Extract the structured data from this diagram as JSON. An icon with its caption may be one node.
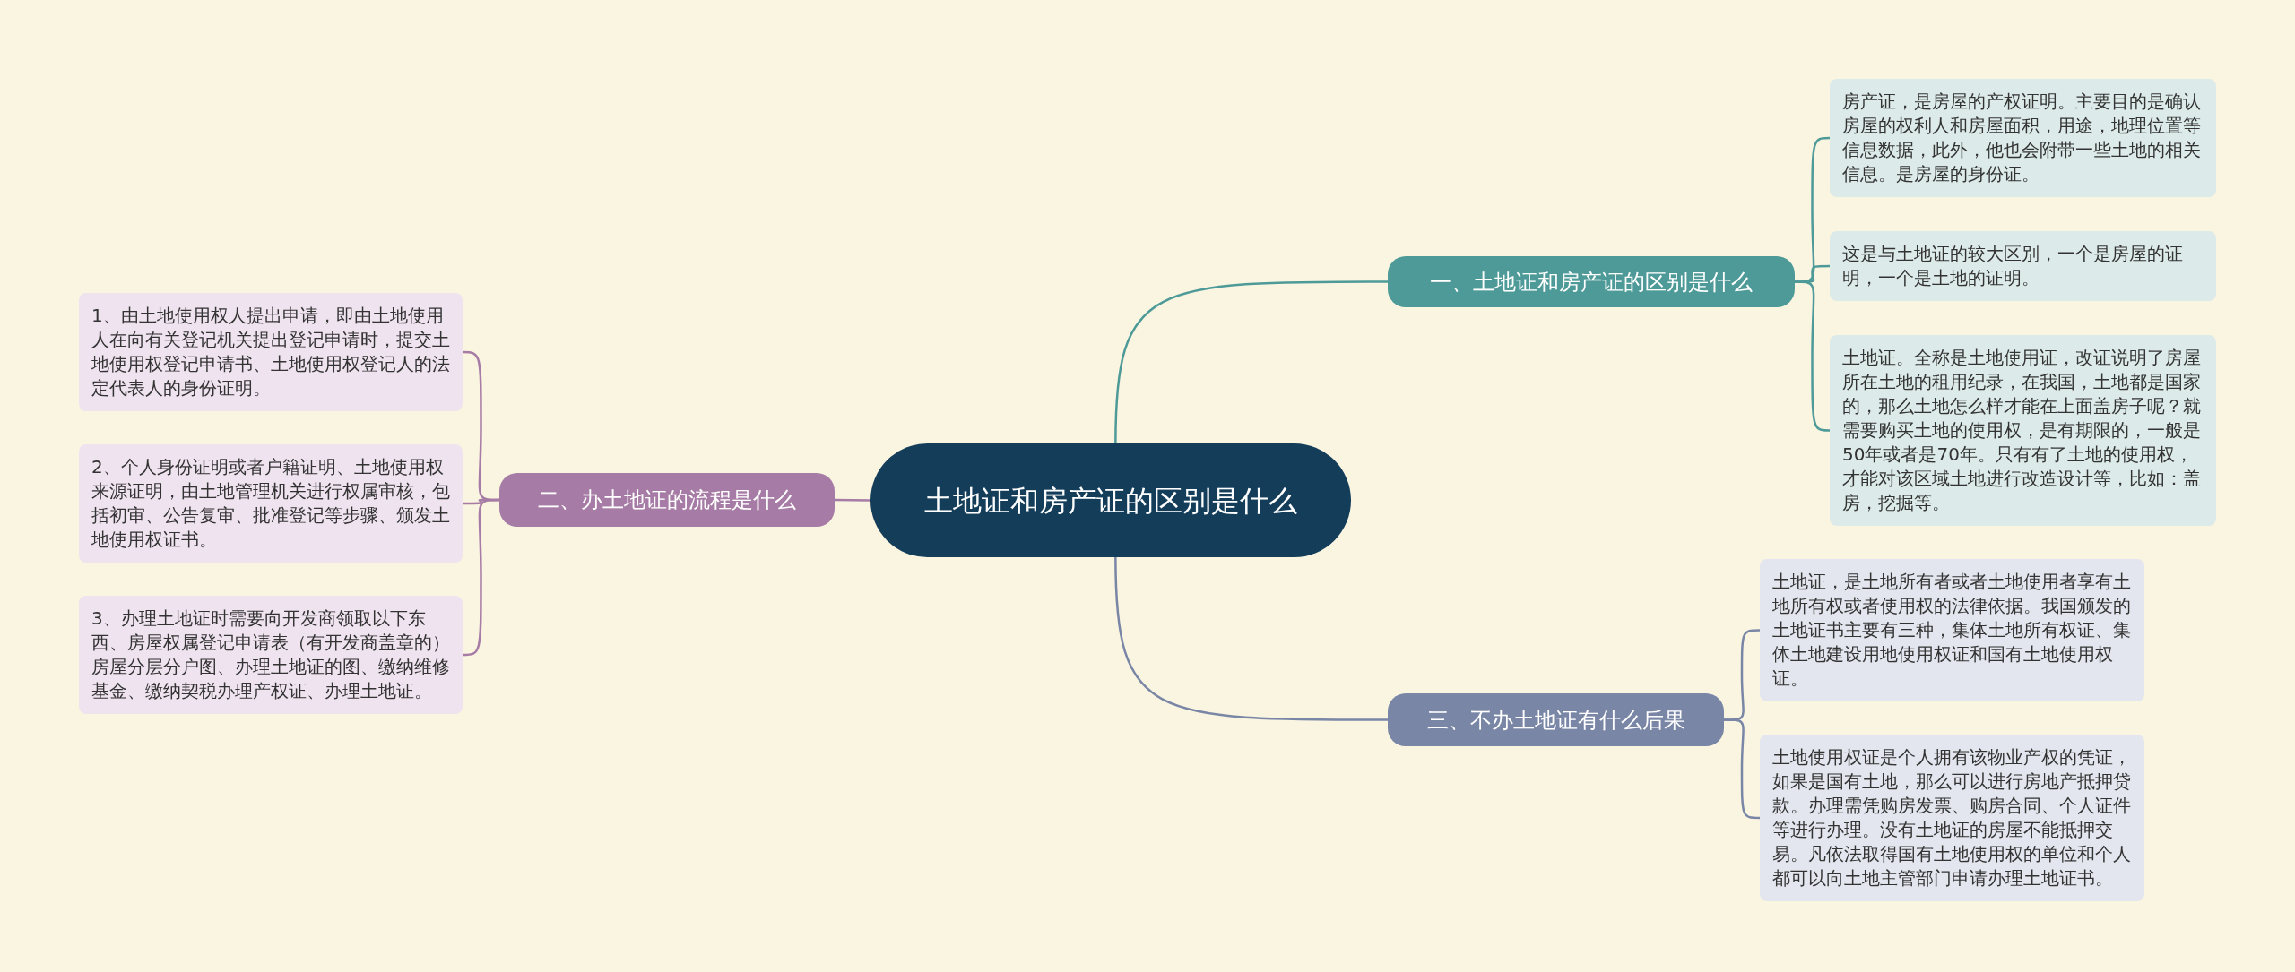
{
  "diagram": {
    "nodes": [
      {
        "text": [
          "土地证和房产证的区别是什么"
        ]
      },
      {
        "text": [
          "一、土地证和房产证的区别是什么"
        ]
      },
      {
        "text": [
          "房产证，是房屋的产权证明。主要目的是确认房屋的权利人和房屋面积，用途，地理位置等信息数据，此外，他也会附带一些土地的相关信息。是房屋的身份证。"
        ]
      },
      {
        "text": [
          "这是与土地证的较大区别，一个是房屋的证明，一个是土地的证明。"
        ]
      },
      {
        "text": [
          "土地证。全称是土地使用证，改证说明了房屋所在土地的租用纪录，在我国，土地都是国家的，那么土地怎么样才能在上面盖房子呢？就需要购买土地的使用权，是有期限的，一般是50年或者是70年。只有有了土地的使用权，才能对该区域土地进行改造设计等，比如：盖房，挖掘等。"
        ]
      },
      {
        "text": [
          "二、办土地证的流程是什么"
        ]
      },
      {
        "text": [
          "1、由土地使用权人提出申请，即由土地使用人在向有关登记机关提出登记申请时，提交土地使用权登记申请书、土地使用权登记人的法定代表人的身份证明。"
        ]
      },
      {
        "text": [
          "2、个人身份证明或者户籍证明、土地使用权来源证明，由土地管理机关进行权属审核，包括初审、公告复审、批准登记等步骤、颁发土地使用权证书。"
        ]
      },
      {
        "text": [
          "3、办理土地证时需要向开发商领取以下东西、房屋权属登记申请表（有开发商盖章的）房屋分层分户图、办理土地证的图、缴纳维修基金、缴纳契税办理产权证、办理土地证。"
        ]
      },
      {
        "text": [
          "三、不办土地证有什么后果"
        ]
      },
      {
        "text": [
          "土地证，是土地所有者或者土地使用者享有土地所有权或者使用权的法律依据。我国颁发的土地证书主要有三种，集体土地所有权证、集体土地建设用地使用权证和国有土地使用权证。"
        ]
      },
      {
        "text": [
          "土地使用权证是个人拥有该物业产权的凭证，如果是国有土地，那么可以进行房地产抵押贷款。办理需凭购房发票、购房合同、个人证件等进行办理。没有土地证的房屋不能抵押交易。凡依法取得国有土地使用权的单位和个人都可以向土地主管部门申请办理土地证书。"
        ]
      }
    ],
    "edges": [
      {
        "from": 0,
        "to": 1,
        "arrow": "none",
        "color": "#4e9a98"
      },
      {
        "from": 1,
        "to": 2,
        "arrow": "none",
        "color": "#4e9a98"
      },
      {
        "from": 1,
        "to": 3,
        "arrow": "none",
        "color": "#4e9a98"
      },
      {
        "from": 1,
        "to": 4,
        "arrow": "none",
        "color": "#4e9a98"
      },
      {
        "from": 0,
        "to": 5,
        "arrow": "none",
        "color": "#a67ba5"
      },
      {
        "from": 5,
        "to": 6,
        "arrow": "none",
        "color": "#a67ba5"
      },
      {
        "from": 5,
        "to": 7,
        "arrow": "none",
        "color": "#a67ba5"
      },
      {
        "from": 5,
        "to": 8,
        "arrow": "none",
        "color": "#a67ba5"
      },
      {
        "from": 0,
        "to": 9,
        "arrow": "none",
        "color": "#7a86a6"
      },
      {
        "from": 9,
        "to": 10,
        "arrow": "none",
        "color": "#7a86a6"
      },
      {
        "from": 9,
        "to": 11,
        "arrow": "none",
        "color": "#7a86a6"
      }
    ]
  }
}
